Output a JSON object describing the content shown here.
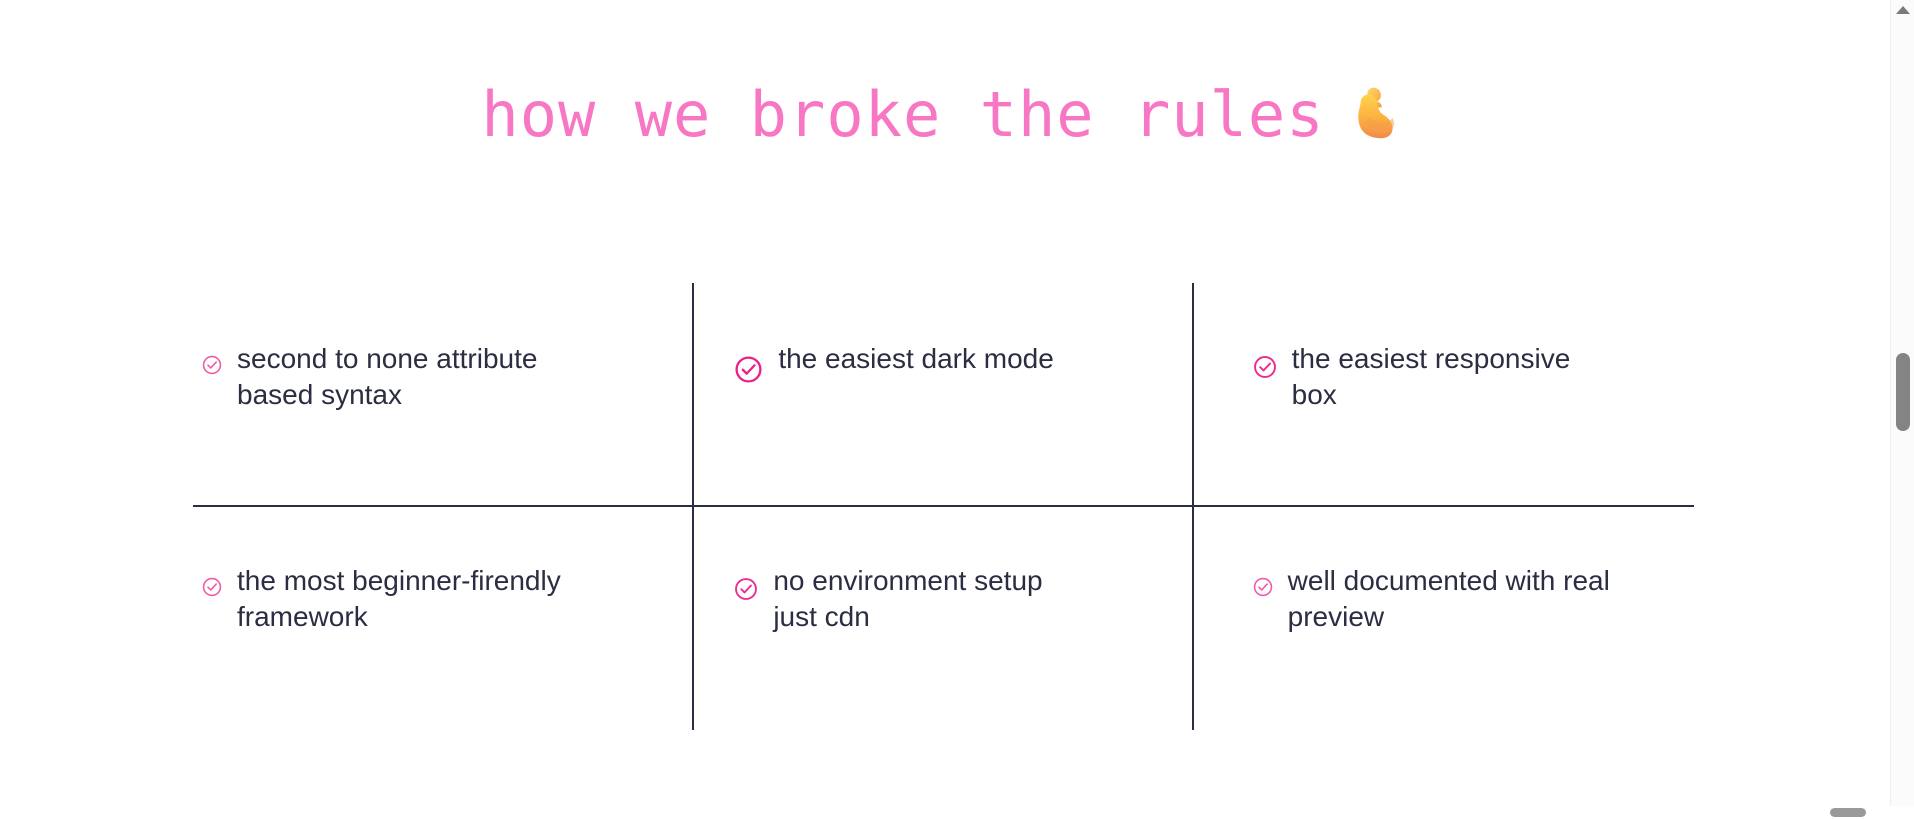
{
  "page": {
    "title_text": "how we broke the rules",
    "title_emoji": "💪",
    "title_emoji_name": "flexed-biceps-emoji",
    "accent_pink": "#f877c5",
    "icon_pink": "#ec2d91",
    "text_navy": "#2b2d42",
    "background": "#ffffff"
  },
  "features": {
    "rows": [
      {
        "cells": [
          {
            "icon": "circle-check-icon",
            "label": "second to none attribute based syntax",
            "icon_size": "sm"
          },
          {
            "icon": "circle-check-icon",
            "label": "the easiest dark mode",
            "icon_size": "lg"
          },
          {
            "icon": "circle-check-icon",
            "label": "the easiest responsive box",
            "icon_size": "md"
          }
        ]
      },
      {
        "cells": [
          {
            "icon": "circle-check-icon",
            "label": "the most beginner-firendly framework",
            "icon_size": "sm"
          },
          {
            "icon": "circle-check-icon",
            "label": "no environment setup just cdn",
            "icon_size": "md"
          },
          {
            "icon": "circle-check-icon",
            "label": "well documented with real preview",
            "icon_size": "sm"
          }
        ]
      }
    ]
  },
  "scrollbar": {
    "up_arrow": "scroll-up-arrow",
    "thumb": "vertical-scroll-thumb",
    "horizontal_thumb": "horizontal-scroll-thumb"
  }
}
